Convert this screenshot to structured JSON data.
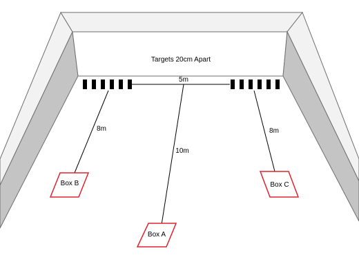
{
  "title": "Targets 20cm Apart",
  "target_gap_label": "5m",
  "left_targets": 6,
  "right_targets": 6,
  "boxes": [
    {
      "id": "a",
      "label": "Box A",
      "distance_label": "10m"
    },
    {
      "id": "b",
      "label": "Box B",
      "distance_label": "8m"
    },
    {
      "id": "c",
      "label": "Box C",
      "distance_label": "8m"
    }
  ],
  "colors": {
    "wall_top": "#f2f2f2",
    "wall_inner": "#c4c4c4",
    "wall_stroke": "#6e6e6e",
    "target": "#000000",
    "box_stroke": "#e0242e",
    "line": "#000000"
  }
}
